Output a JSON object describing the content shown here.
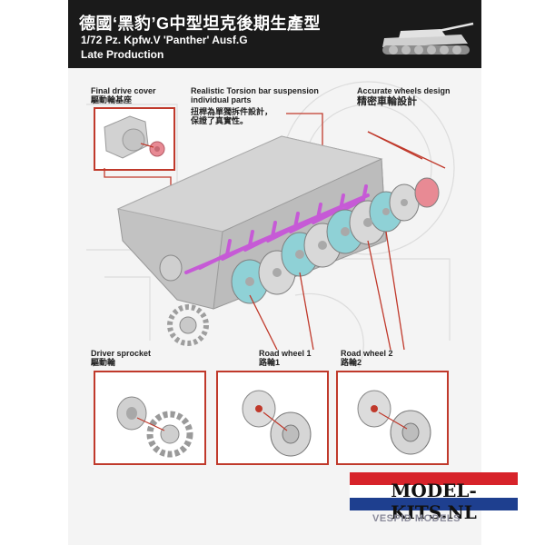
{
  "header": {
    "title_zh": "德國‘黑豹’G中型坦克後期生產型",
    "title_en_line1": "1/72 Pz. Kpfw.V 'Panther' Ausf.G",
    "title_en_line2": "Late Production"
  },
  "callouts": {
    "final_drive": {
      "en": "Final drive cover",
      "zh": "驅動輪基座"
    },
    "torsion": {
      "en_line1": "Realistic Torsion bar suspension",
      "en_line2": "individual parts",
      "zh_line1": "扭桿為單獨拆件設計，",
      "zh_line2": "保證了真實性。"
    },
    "wheels_design": {
      "en": "Accurate wheels design",
      "zh": "精密車輪設計"
    },
    "driver_sprocket": {
      "en": "Driver sprocket",
      "zh": "驅動輪"
    },
    "road_wheel_1": {
      "en": "Road wheel 1",
      "zh": "路輪1"
    },
    "road_wheel_2": {
      "en": "Road wheel 2",
      "zh": "路輪2"
    }
  },
  "watermark": {
    "text": "MODEL-KITS.NL"
  },
  "brand": {
    "text": "VESPID MODELS"
  },
  "colors": {
    "callout_red": "#c0392b",
    "torsion_purple": "#c65ad6",
    "wheel_teal": "#8fd1d6",
    "hub_pink": "#e88a94",
    "hull_grey": "#b9b9b9"
  }
}
